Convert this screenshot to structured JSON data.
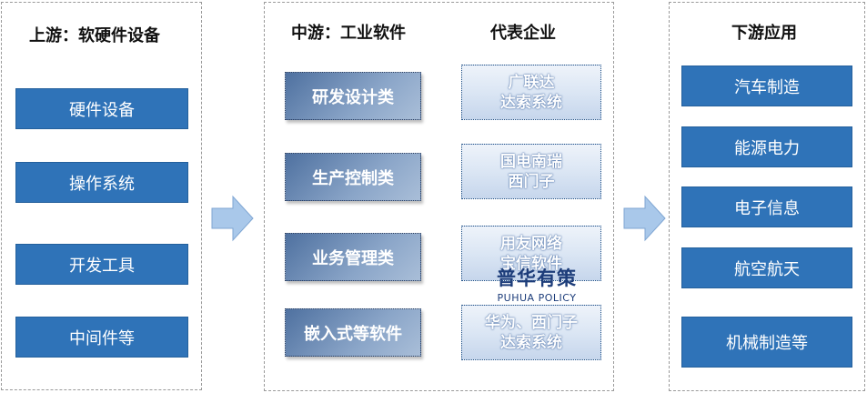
{
  "upstream": {
    "title": "上游：软硬件设备",
    "items": [
      "硬件设备",
      "操作系统",
      "开发工具",
      "中间件等"
    ]
  },
  "midstream": {
    "title": "中游：工业软件",
    "enterprise_title": "代表企业",
    "categories": [
      "研发设计类",
      "生产控制类",
      "业务管理类",
      "嵌入式等软件"
    ],
    "enterprises": [
      [
        "广联达",
        "达索系统"
      ],
      [
        "国电南瑞",
        "西门子"
      ],
      [
        "用友网络",
        "宝信软件"
      ],
      [
        "华为、西门子",
        "达索系统"
      ]
    ]
  },
  "downstream": {
    "title": "下游应用",
    "items": [
      "汽车制造",
      "能源电力",
      "电子信息",
      "航空航天",
      "机械制造等"
    ]
  },
  "watermark": {
    "cn": "普华有策",
    "en": "PUHUA POLICY"
  },
  "colors": {
    "item_blue": "#2f73b8",
    "arrow_blue": "#a9c8ea",
    "category_gradient": [
      "#4f71a0",
      "#a9bed8"
    ],
    "enterprise_gradient": [
      "#eef3fa",
      "#c6d6ec"
    ]
  },
  "icons": [
    "right-arrow-icon",
    "right-arrow-icon"
  ]
}
